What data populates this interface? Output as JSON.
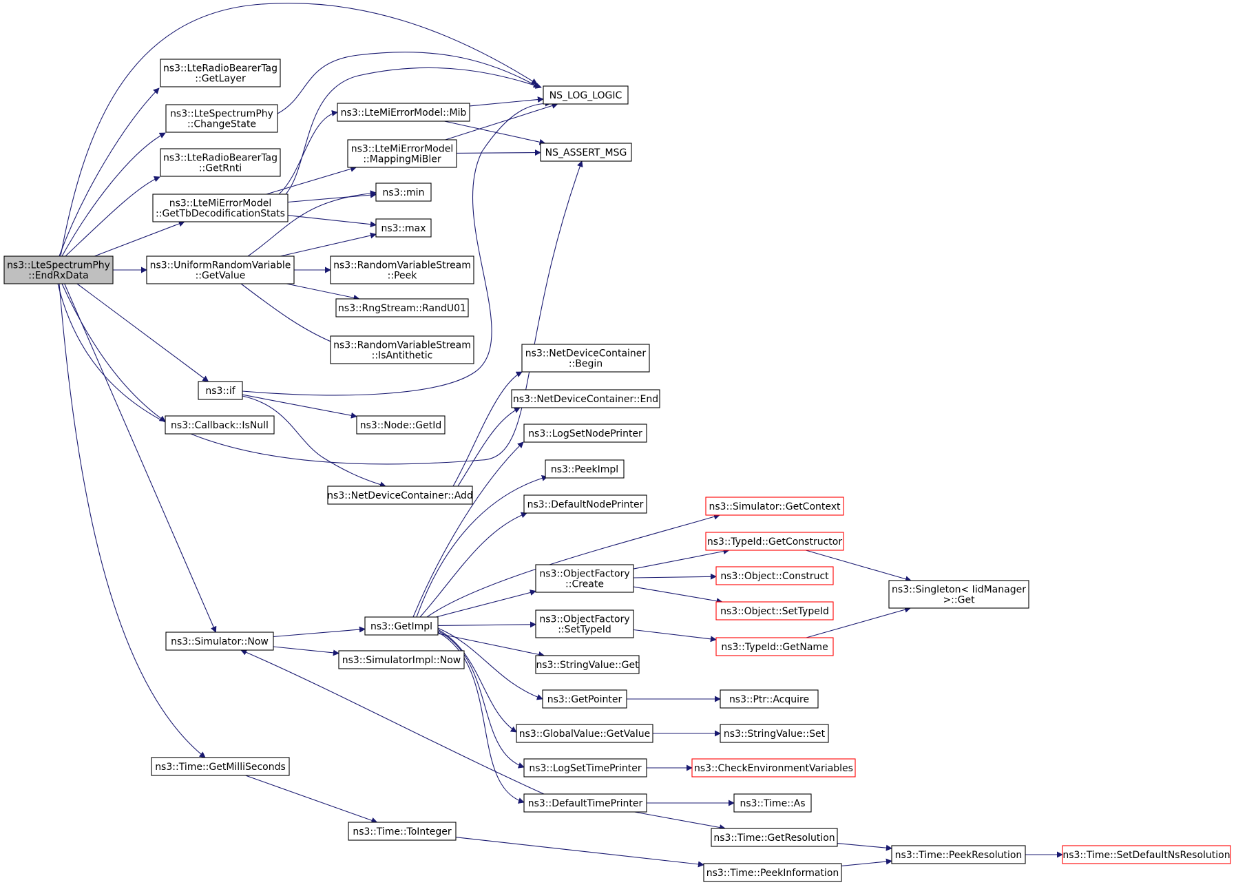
{
  "colors": {
    "edge": "#191970",
    "external_node_border": "#ff0000",
    "root_fill": "#bfbfbf"
  },
  "nodes": {
    "root": {
      "lines": [
        "ns3::LteSpectrumPhy",
        "::EndRxData"
      ]
    },
    "get_layer": {
      "lines": [
        "ns3::LteRadioBearerTag",
        "::GetLayer"
      ]
    },
    "change_state": {
      "lines": [
        "ns3::LteSpectrumPhy",
        "::ChangeState"
      ]
    },
    "get_rnti": {
      "lines": [
        "ns3::LteRadioBearerTag",
        "::GetRnti"
      ]
    },
    "get_tb_stats": {
      "lines": [
        "ns3::LteMiErrorModel",
        "::GetTbDecodificationStats"
      ]
    },
    "mib": {
      "lines": [
        "ns3::LteMiErrorModel::Mib"
      ]
    },
    "mapping_mibler": {
      "lines": [
        "ns3::LteMiErrorModel",
        "::MappingMiBler"
      ]
    },
    "ns_log_logic": {
      "lines": [
        "NS_LOG_LOGIC"
      ]
    },
    "ns_assert_msg": {
      "lines": [
        "NS_ASSERT_MSG"
      ]
    },
    "min": {
      "lines": [
        "ns3::min"
      ]
    },
    "max": {
      "lines": [
        "ns3::max"
      ]
    },
    "uniform_getvalue": {
      "lines": [
        "ns3::UniformRandomVariable",
        "::GetValue"
      ]
    },
    "rvs_peek": {
      "lines": [
        "ns3::RandomVariableStream",
        "::Peek"
      ]
    },
    "randu01": {
      "lines": [
        "ns3::RngStream::RandU01"
      ]
    },
    "is_antithetic": {
      "lines": [
        "ns3::RandomVariableStream",
        "::IsAntithetic"
      ]
    },
    "ns3_if": {
      "lines": [
        "ns3::if"
      ]
    },
    "callback_isnull": {
      "lines": [
        "ns3::Callback::IsNull"
      ]
    },
    "node_getid": {
      "lines": [
        "ns3::Node::GetId"
      ]
    },
    "ndc_begin": {
      "lines": [
        "ns3::NetDeviceContainer",
        "::Begin"
      ]
    },
    "ndc_end": {
      "lines": [
        "ns3::NetDeviceContainer::End"
      ]
    },
    "log_set_node_printer": {
      "lines": [
        "ns3::LogSetNodePrinter"
      ]
    },
    "peek_impl": {
      "lines": [
        "ns3::PeekImpl"
      ]
    },
    "ndc_add": {
      "lines": [
        "ns3::NetDeviceContainer::Add"
      ]
    },
    "default_node_printer": {
      "lines": [
        "ns3::DefaultNodePrinter"
      ]
    },
    "sim_get_context": {
      "lines": [
        "ns3::Simulator::GetContext"
      ]
    },
    "typeid_get_constructor": {
      "lines": [
        "ns3::TypeId::GetConstructor"
      ]
    },
    "objfactory_create": {
      "lines": [
        "ns3::ObjectFactory",
        "::Create"
      ]
    },
    "object_construct": {
      "lines": [
        "ns3::Object::Construct"
      ]
    },
    "singleton_get": {
      "lines": [
        "ns3::Singleton< IidManager",
        " >::Get"
      ]
    },
    "object_set_typeid": {
      "lines": [
        "ns3::Object::SetTypeId"
      ]
    },
    "get_impl": {
      "lines": [
        "ns3::GetImpl"
      ]
    },
    "objfactory_set_typeid": {
      "lines": [
        "ns3::ObjectFactory",
        "::SetTypeId"
      ]
    },
    "typeid_get_name": {
      "lines": [
        "ns3::TypeId::GetName"
      ]
    },
    "simulator_now": {
      "lines": [
        "ns3::Simulator::Now"
      ]
    },
    "simimpl_now": {
      "lines": [
        "ns3::SimulatorImpl::Now"
      ]
    },
    "stringvalue_get": {
      "lines": [
        "ns3::StringValue::Get"
      ]
    },
    "get_pointer": {
      "lines": [
        "ns3::GetPointer"
      ]
    },
    "ptr_acquire": {
      "lines": [
        "ns3::Ptr::Acquire"
      ]
    },
    "globalvalue_getvalue": {
      "lines": [
        "ns3::GlobalValue::GetValue"
      ]
    },
    "stringvalue_set": {
      "lines": [
        "ns3::StringValue::Set"
      ]
    },
    "log_set_time_printer": {
      "lines": [
        "ns3::LogSetTimePrinter"
      ]
    },
    "check_env_vars": {
      "lines": [
        "ns3::CheckEnvironmentVariables"
      ]
    },
    "time_get_ms": {
      "lines": [
        "ns3::Time::GetMilliSeconds"
      ]
    },
    "default_time_printer": {
      "lines": [
        "ns3::DefaultTimePrinter"
      ]
    },
    "time_as": {
      "lines": [
        "ns3::Time::As"
      ]
    },
    "time_to_integer": {
      "lines": [
        "ns3::Time::ToInteger"
      ]
    },
    "time_get_resolution": {
      "lines": [
        "ns3::Time::GetResolution"
      ]
    },
    "time_peek_resolution": {
      "lines": [
        "ns3::Time::PeekResolution"
      ]
    },
    "time_set_default_ns": {
      "lines": [
        "ns3::Time::SetDefaultNsResolution"
      ]
    },
    "time_peek_information": {
      "lines": [
        "ns3::Time::PeekInformation"
      ]
    }
  }
}
